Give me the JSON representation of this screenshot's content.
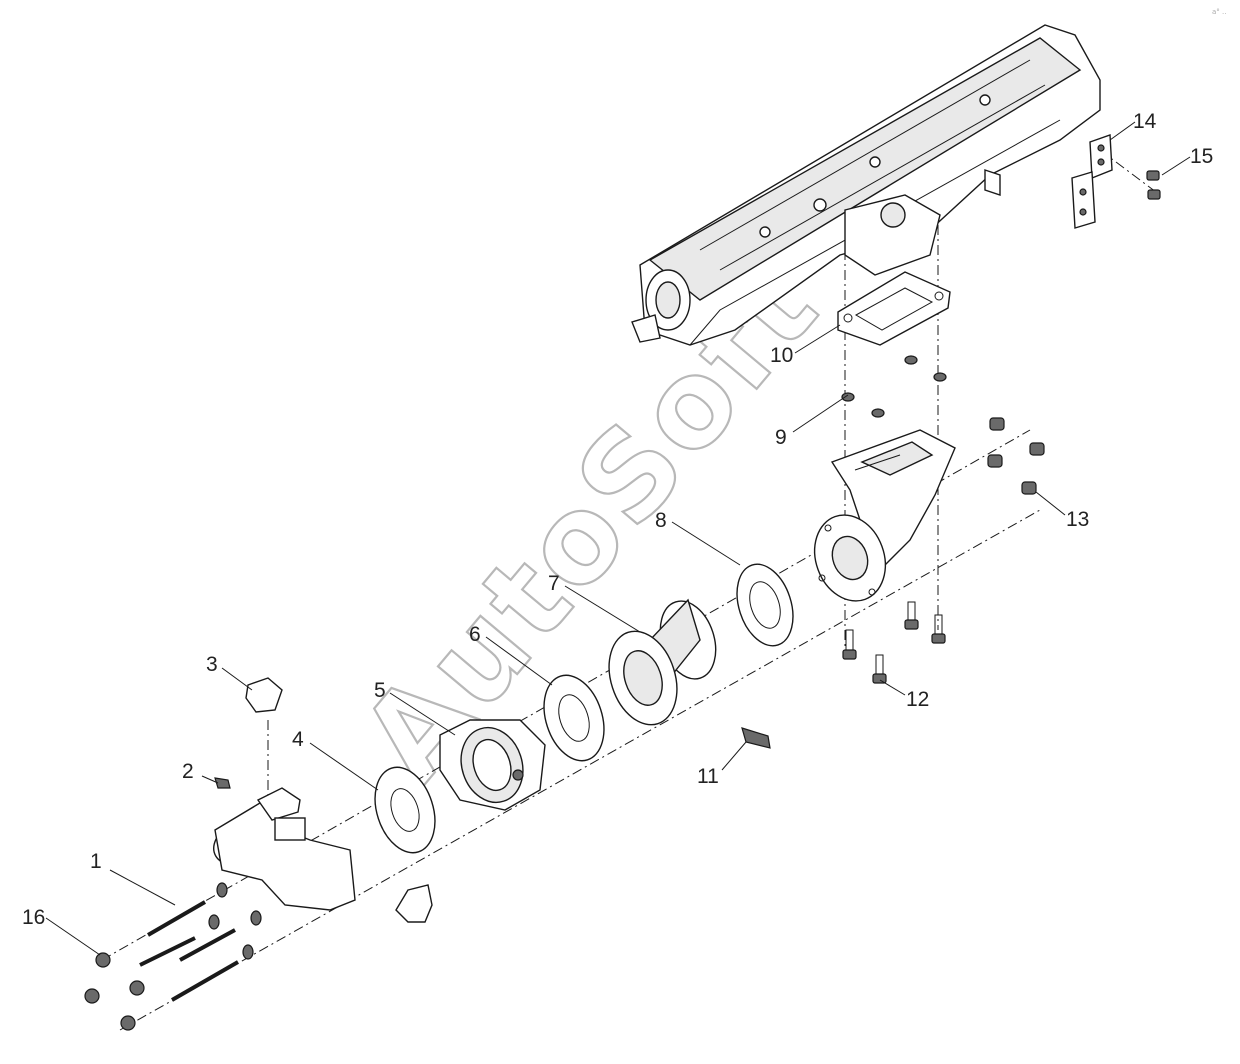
{
  "diagram": {
    "watermark": "AutoSoft",
    "corner_mark": "a° ..",
    "callouts": [
      "1",
      "2",
      "3",
      "4",
      "5",
      "6",
      "7",
      "8",
      "9",
      "10",
      "11",
      "12",
      "13",
      "14",
      "15",
      "16"
    ]
  }
}
